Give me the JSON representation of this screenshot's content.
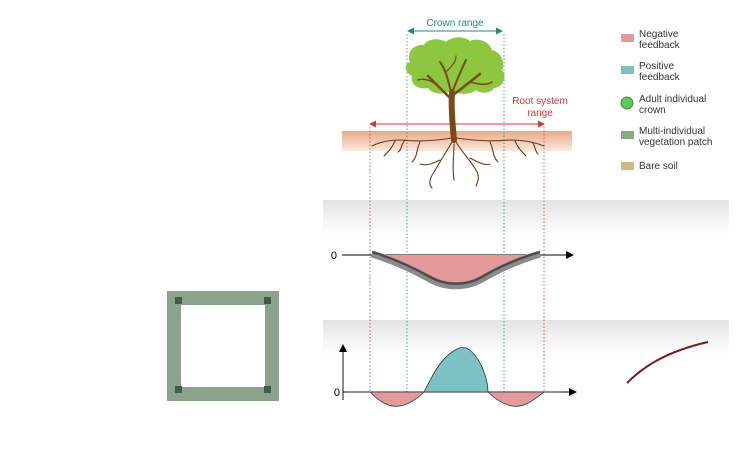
{
  "labels": {
    "crown_range": "Crown range",
    "root_range_line1": "Root system",
    "root_range_line2": "range",
    "zero_top": "0",
    "zero_bottom": "0"
  },
  "legend": [
    {
      "line1": "Negative",
      "line2": "feedback",
      "color": "#e49a9b",
      "shape": "rect"
    },
    {
      "line1": "Positive",
      "line2": "feedback",
      "color": "#7cc2c2",
      "shape": "rect"
    },
    {
      "line1": "Adult individual",
      "line2": "crown",
      "color": "#5cc95a",
      "shape": "circle"
    },
    {
      "line1": "Multi-individual",
      "line2": "vegetation patch",
      "color": "#86ad7e",
      "shape": "rect"
    },
    {
      "line1": "Bare soil",
      "line2": "",
      "color": "#d4b784",
      "shape": "rect"
    }
  ],
  "colors": {
    "crown_range": "#1f8a8a",
    "root_range": "#d23a3a",
    "negative": "#e49a9b",
    "positive": "#7cc2c2",
    "soil": "#e6a986",
    "trunk": "#7a4a1c",
    "crown": "#8dc63f",
    "patch": "#8ca28c",
    "curve_right": "#7a1a1a"
  }
}
